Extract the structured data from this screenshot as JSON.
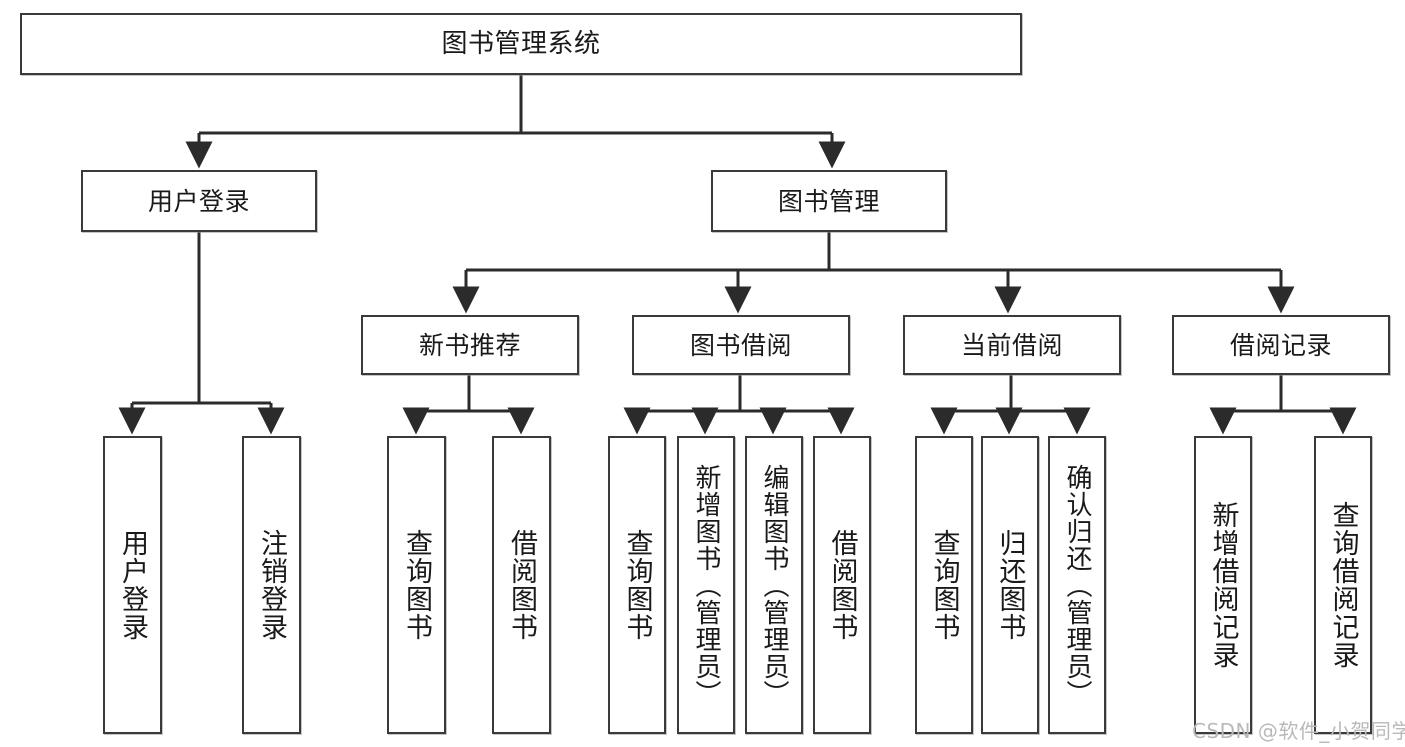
{
  "diagram": {
    "title": "图书管理系统",
    "type": "tree-hierarchy",
    "watermark": "CSDN @软件_小贺同学",
    "colors": {
      "border": "#3a3a3a",
      "background": "#ffffff",
      "text": "#1a1a1a",
      "connector": "#2b2b2b",
      "watermark": "#b9b9b9"
    },
    "levels": {
      "root": {
        "label": "图书管理系统"
      },
      "level2": [
        {
          "label": "用户登录"
        },
        {
          "label": "图书管理"
        }
      ],
      "level3": [
        {
          "label": "新书推荐"
        },
        {
          "label": "图书借阅"
        },
        {
          "label": "当前借阅"
        },
        {
          "label": "借阅记录"
        }
      ],
      "leaves": {
        "user_login": [
          {
            "label": "用户登录"
          },
          {
            "label": "注销登录"
          }
        ],
        "new_book_recommend": [
          {
            "label": "查询图书"
          },
          {
            "label": "借阅图书"
          }
        ],
        "book_borrow": [
          {
            "label": "查询图书"
          },
          {
            "label": "新增图书（管理员）"
          },
          {
            "label": "编辑图书（管理员）"
          },
          {
            "label": "借阅图书"
          }
        ],
        "current_borrow": [
          {
            "label": "查询图书"
          },
          {
            "label": "归还图书"
          },
          {
            "label": "确认归还（管理员）"
          }
        ],
        "borrow_record": [
          {
            "label": "新增借阅记录"
          },
          {
            "label": "查询借阅记录"
          }
        ]
      }
    }
  }
}
